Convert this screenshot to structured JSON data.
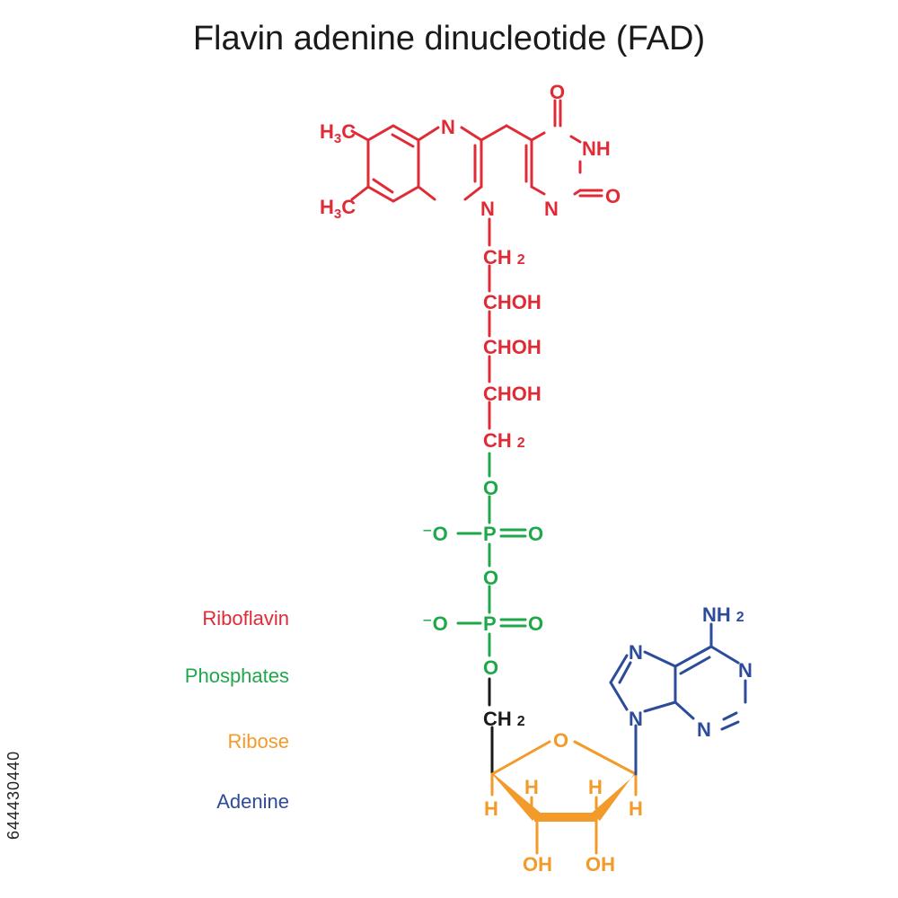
{
  "title": "Flavin adenine dinucleotide (FAD)",
  "stock_id": "644430440",
  "colors": {
    "riboflavin": "#e02b36",
    "phosphates": "#1fa84a",
    "ribose": "#f29b2b",
    "adenine": "#2c4b9a",
    "linker": "#1a1a1a"
  },
  "legend": [
    {
      "label": "Riboflavin",
      "color": "#e02b36"
    },
    {
      "label": "Phosphates",
      "color": "#1fa84a"
    },
    {
      "label": "Ribose",
      "color": "#f29b2b"
    },
    {
      "label": "Adenine",
      "color": "#2c4b9a"
    }
  ],
  "atoms": {
    "methyl": "H3C",
    "methyl_sub": "3",
    "n": "N",
    "nh": "NH",
    "o": "O",
    "ch2": "CH",
    "sub2": "2",
    "chohs": [
      "CHOH",
      "CHOH",
      "CHOH"
    ],
    "o_minus": "⁻O",
    "p": "P",
    "nh2": "NH",
    "h": "H",
    "oh": "OH"
  }
}
